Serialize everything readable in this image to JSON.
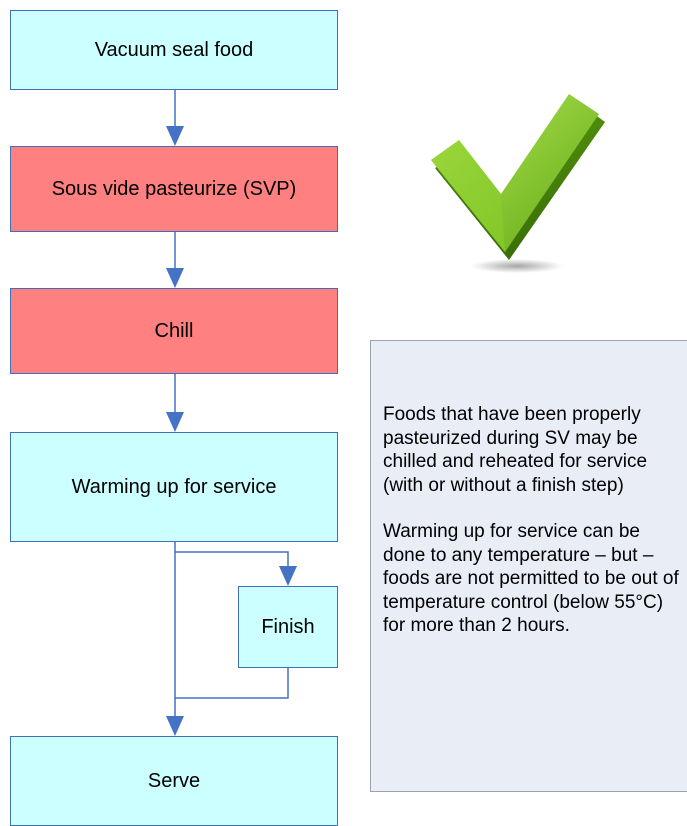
{
  "flow": {
    "steps": [
      {
        "label": "Vacuum seal food"
      },
      {
        "label": "Sous vide pasteurize (SVP)"
      },
      {
        "label": "Chill"
      },
      {
        "label": "Warming up for service"
      },
      {
        "label": "Finish"
      },
      {
        "label": "Serve"
      }
    ]
  },
  "note": {
    "paragraph1": "Foods that have been properly pasteurized during SV may be chilled and reheated for service (with or without a finish step)",
    "paragraph2": "Warming up for service can be done to any temperature – but – foods are not permitted to be out of temperature control (below 55°C) for more than 2 hours."
  },
  "colors": {
    "cyan_fill": "#ccffff",
    "red_fill": "#ff8080",
    "connector": "#4472c4",
    "check_green": "#7dc11e",
    "note_fill": "#e9edf6"
  },
  "icons": [
    "checkmark-icon"
  ]
}
